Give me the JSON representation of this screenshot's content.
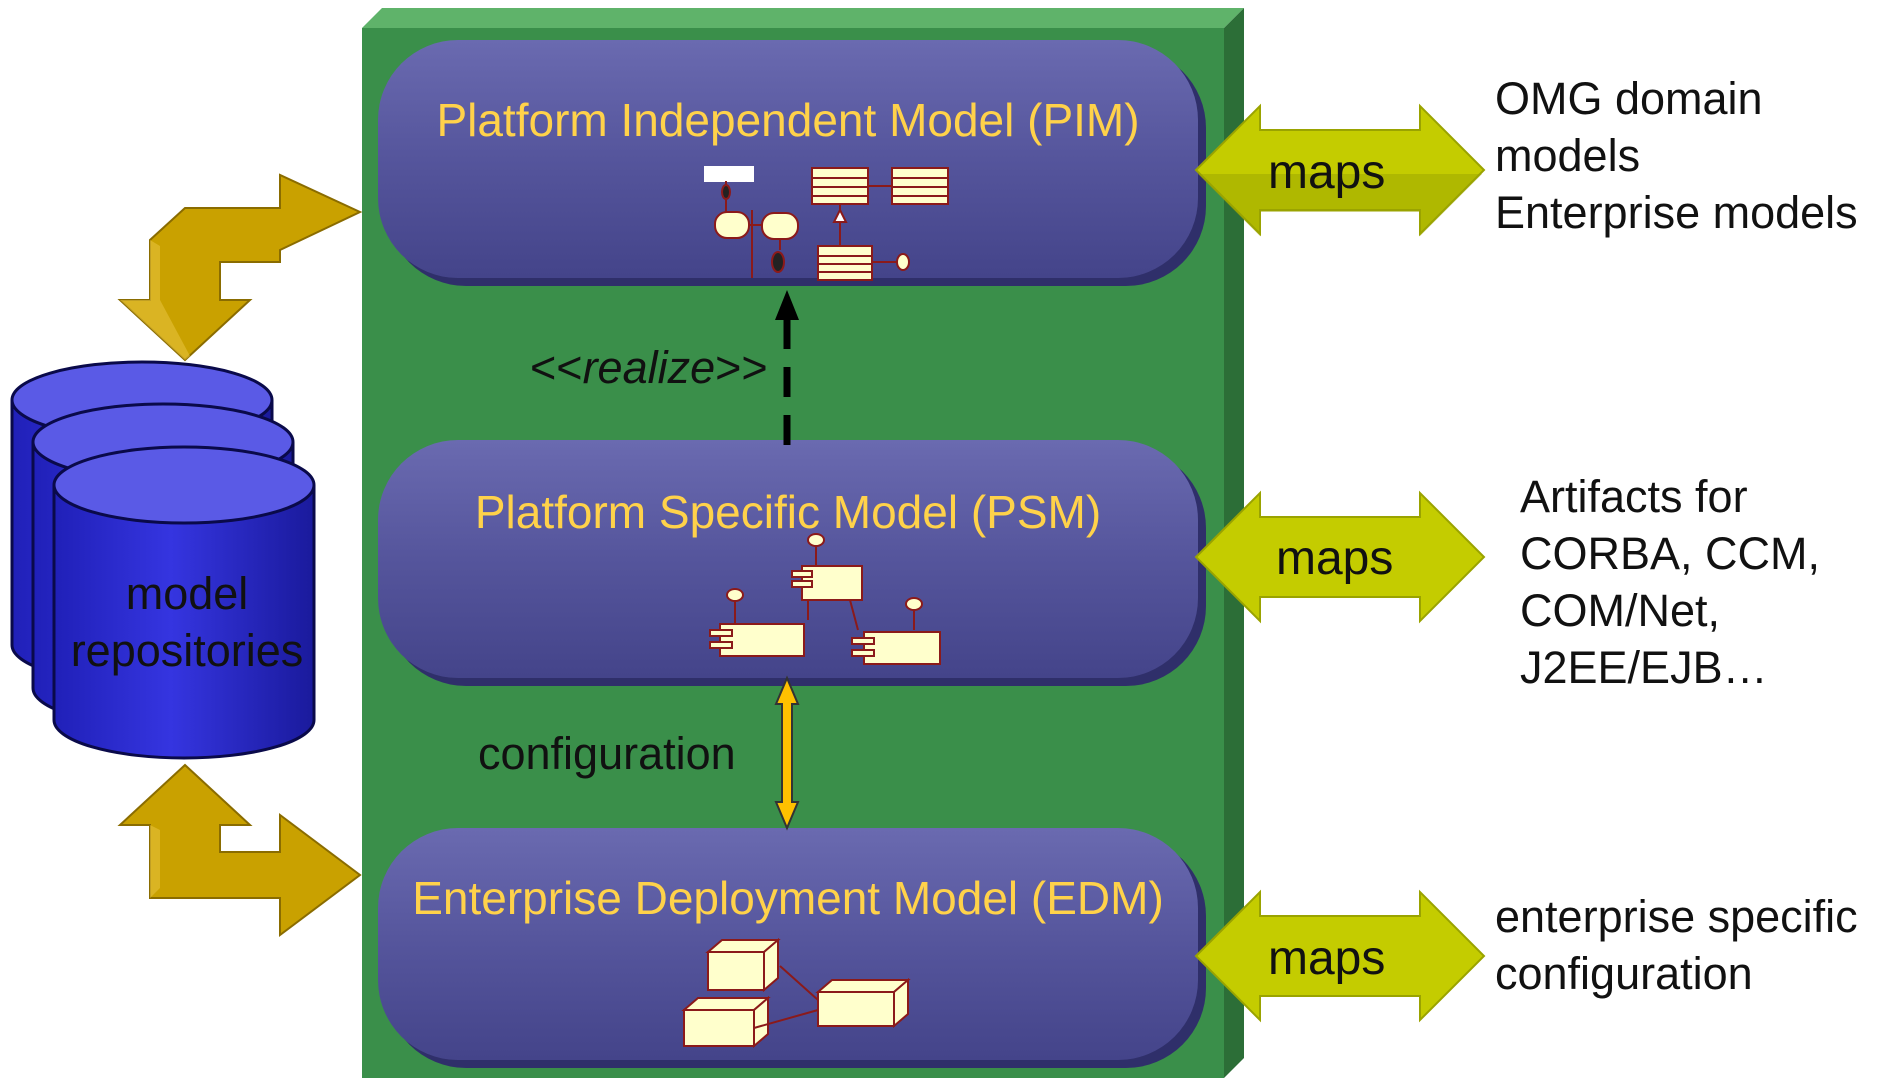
{
  "colors": {
    "green_panel": "#3a8f4a",
    "model_box": "#5a5a9e",
    "title_yellow": "#ffd24a",
    "gold_arrow": "#c9a100",
    "maps_arrow": "#bcc800",
    "cylinder_blue": "#4b4bd6",
    "note_yellow": "#ffffcc",
    "uml_line": "#8b1a1a"
  },
  "layers": {
    "pim": {
      "title": "Platform Independent Model (PIM)",
      "maps_label": "maps",
      "mapped_to": "OMG domain\nmodels\nEnterprise models"
    },
    "psm": {
      "title": "Platform Specific Model (PSM)",
      "maps_label": "maps",
      "mapped_to": "Artifacts for\nCORBA, CCM,\nCOM/Net,\nJ2EE/EJB…"
    },
    "edm": {
      "title": "Enterprise Deployment Model (EDM)",
      "maps_label": "maps",
      "mapped_to": "enterprise specific\nconfiguration"
    }
  },
  "relations": {
    "realize_prefix": "<<",
    "realize_word": "realize",
    "realize_suffix": ">>",
    "configuration": "configuration"
  },
  "repository": {
    "label": "model\nrepositories"
  }
}
